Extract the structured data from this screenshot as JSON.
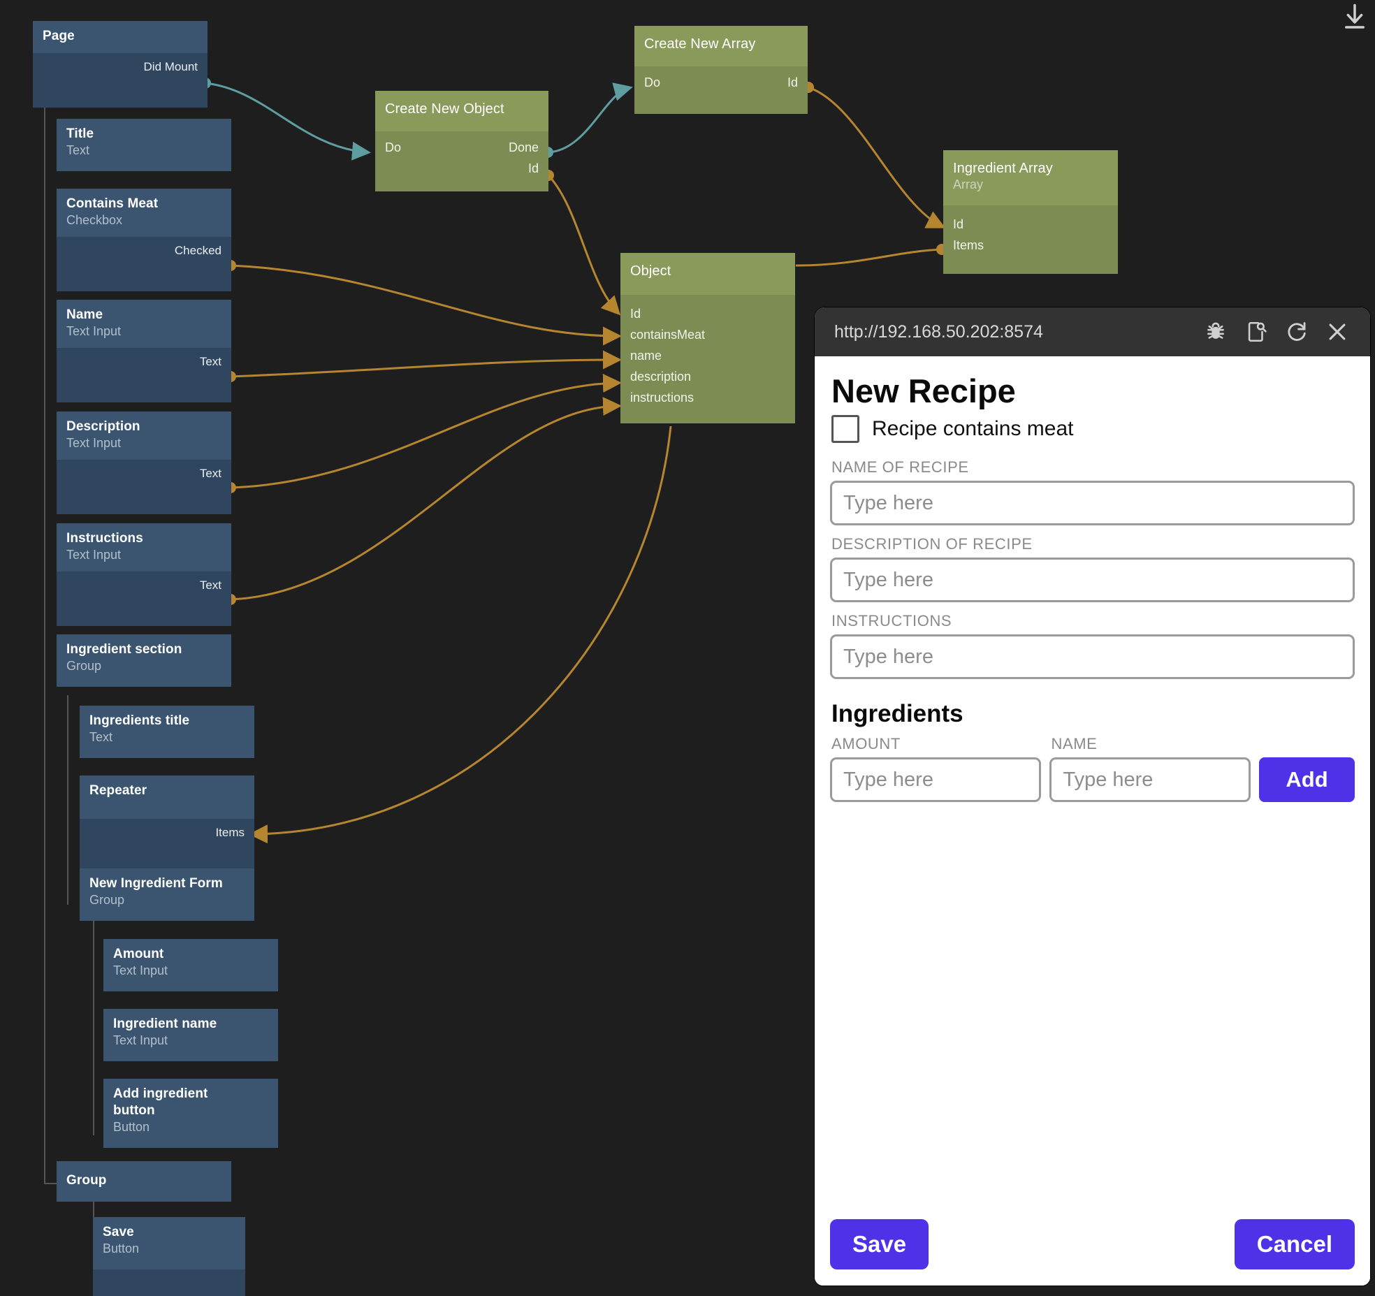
{
  "app": {
    "background": "#1e1e1e",
    "node_header_color": "#3b5571",
    "node_body_color": "#30465e",
    "logic_header_color": "#8a9a5b",
    "logic_body_color": "#7d8c52",
    "wire_data_color": "#b5862f",
    "wire_flow_color": "#5f9ea0",
    "accent_color": "#4f32e8"
  },
  "download_icon": "download-icon",
  "tree": [
    {
      "id": "page",
      "title": "Page",
      "subtitle": "",
      "ports_out": [
        "Did Mount"
      ],
      "ports_in": [],
      "depth": 0
    },
    {
      "id": "title",
      "title": "Title",
      "subtitle": "Text",
      "ports_out": [],
      "ports_in": [],
      "depth": 1
    },
    {
      "id": "contains-meat",
      "title": "Contains Meat",
      "subtitle": "Checkbox",
      "ports_out": [
        "Checked"
      ],
      "ports_in": [],
      "depth": 1
    },
    {
      "id": "name",
      "title": "Name",
      "subtitle": "Text Input",
      "ports_out": [
        "Text"
      ],
      "ports_in": [],
      "depth": 1
    },
    {
      "id": "description",
      "title": "Description",
      "subtitle": "Text Input",
      "ports_out": [
        "Text"
      ],
      "ports_in": [],
      "depth": 1
    },
    {
      "id": "instructions",
      "title": "Instructions",
      "subtitle": "Text Input",
      "ports_out": [
        "Text"
      ],
      "ports_in": [],
      "depth": 1
    },
    {
      "id": "ingredient-section",
      "title": "Ingredient section",
      "subtitle": "Group",
      "ports_out": [],
      "ports_in": [],
      "depth": 1
    },
    {
      "id": "ingredients-title",
      "title": "Ingredients title",
      "subtitle": "Text",
      "ports_out": [],
      "ports_in": [],
      "depth": 2
    },
    {
      "id": "repeater",
      "title": "Repeater",
      "subtitle": "",
      "ports_out": [
        "Items"
      ],
      "ports_in": [],
      "depth": 2
    },
    {
      "id": "new-ingredient-form",
      "title": "New Ingredient Form",
      "subtitle": "Group",
      "ports_out": [],
      "ports_in": [],
      "depth": 2
    },
    {
      "id": "amount",
      "title": "Amount",
      "subtitle": "Text Input",
      "ports_out": [],
      "ports_in": [],
      "depth": 3
    },
    {
      "id": "ingredient-name",
      "title": "Ingredient name",
      "subtitle": "Text Input",
      "ports_out": [],
      "ports_in": [],
      "depth": 3
    },
    {
      "id": "add-ingredient-button",
      "title": "Add ingredient button",
      "subtitle": "Button",
      "ports_out": [],
      "ports_in": [],
      "depth": 3
    },
    {
      "id": "group",
      "title": "Group",
      "subtitle": "",
      "ports_out": [],
      "ports_in": [],
      "depth": 1
    },
    {
      "id": "save",
      "title": "Save",
      "subtitle": "Button",
      "ports_out": [],
      "ports_in": [],
      "depth": 2
    }
  ],
  "logic_nodes": [
    {
      "id": "create-new-object",
      "title": "Create New Object",
      "subtitle": "",
      "in": [
        "Do"
      ],
      "out": [
        "Done",
        "Id"
      ]
    },
    {
      "id": "create-new-array",
      "title": "Create New Array",
      "subtitle": "",
      "in": [
        "Do"
      ],
      "out": [
        "Id"
      ]
    },
    {
      "id": "ingredient-array",
      "title": "Ingredient Array",
      "subtitle": "Array",
      "in": [
        "Id",
        "Items"
      ],
      "out": []
    },
    {
      "id": "object",
      "title": "Object",
      "subtitle": "",
      "in": [
        "Id",
        "containsMeat",
        "name",
        "description",
        "instructions"
      ],
      "out": []
    }
  ],
  "browser": {
    "url": "http://192.168.50.202:8574",
    "icons": [
      "bug-icon",
      "inspect-page-icon",
      "reload-icon",
      "close-icon"
    ],
    "page": {
      "heading": "New Recipe",
      "checkbox_label": "Recipe contains meat",
      "checkbox_checked": false,
      "fields": [
        {
          "label": "NAME OF RECIPE",
          "placeholder": "Type here",
          "value": ""
        },
        {
          "label": "DESCRIPTION OF RECIPE",
          "placeholder": "Type here",
          "value": ""
        },
        {
          "label": "INSTRUCTIONS",
          "placeholder": "Type here",
          "value": ""
        }
      ],
      "ingredients_heading": "Ingredients",
      "ingredient_amount_label": "AMOUNT",
      "ingredient_amount_placeholder": "Type here",
      "ingredient_name_label": "NAME",
      "ingredient_name_placeholder": "Type here",
      "add_label": "Add",
      "save_label": "Save",
      "cancel_label": "Cancel"
    }
  }
}
